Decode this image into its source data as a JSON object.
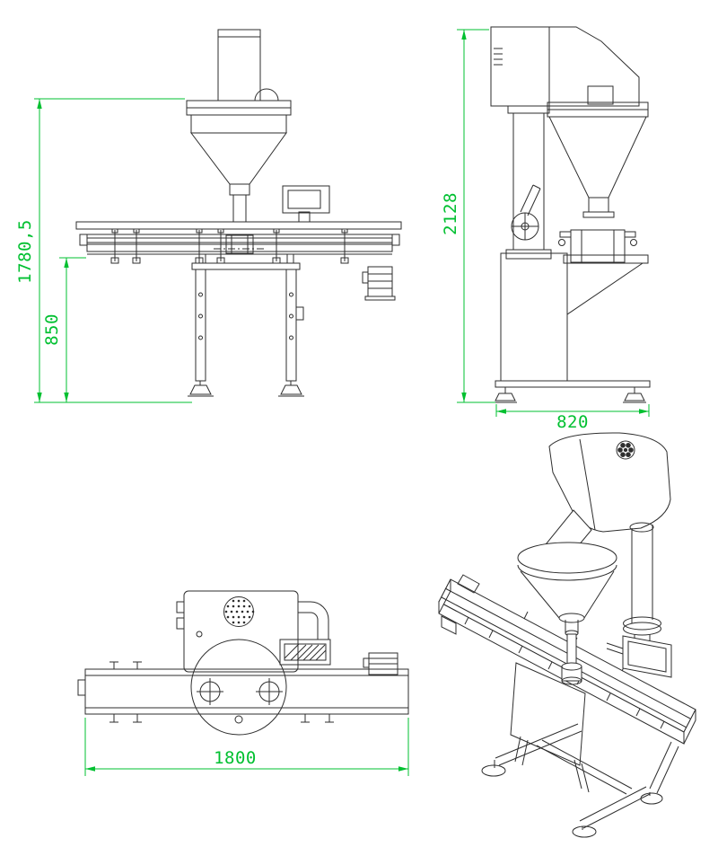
{
  "colors": {
    "line": "#2e2e2e",
    "dimension": "#00c030",
    "background": "#ffffff"
  },
  "views": {
    "front": {
      "dim_total_height": "1780,5",
      "dim_working_height": "850"
    },
    "side": {
      "dim_total_height": "2128",
      "dim_base_width": "820"
    },
    "top": {
      "dim_conveyor_length": "1800"
    }
  }
}
